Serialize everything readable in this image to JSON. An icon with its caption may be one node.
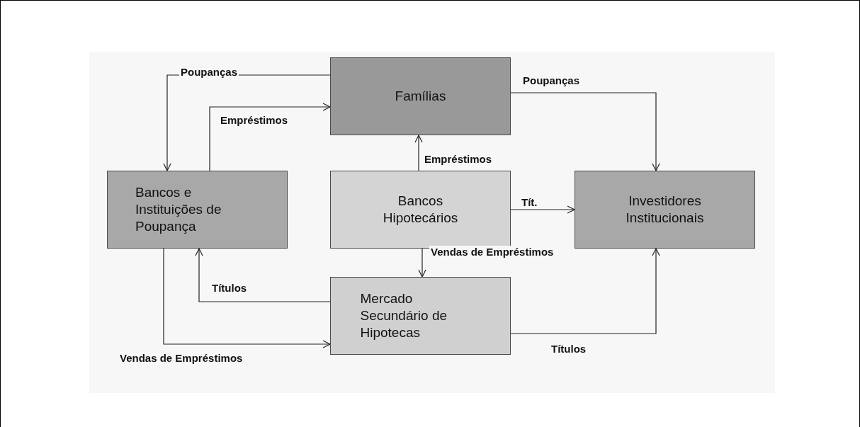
{
  "diagram": {
    "nodes": [
      {
        "text": [
          "Famílias"
        ]
      },
      {
        "text": [
          "Bancos e Instituições de Poupança"
        ]
      },
      {
        "text": [
          "Bancos Hipotecários"
        ]
      },
      {
        "text": [
          "Investidores Institucionais"
        ]
      },
      {
        "text": [
          "Mercado Secundário de Hipotecas"
        ]
      }
    ],
    "edges": [
      {
        "from": 0,
        "to": 1,
        "arrow": "to",
        "label": "Poupanças"
      },
      {
        "from": 1,
        "to": 0,
        "arrow": "to",
        "label": "Empréstimos"
      },
      {
        "from": 0,
        "to": 3,
        "arrow": "to",
        "label": "Poupanças"
      },
      {
        "from": 2,
        "to": 0,
        "arrow": "to",
        "label": "Empréstimos"
      },
      {
        "from": 2,
        "to": 3,
        "arrow": "to",
        "label": "Tít."
      },
      {
        "from": 2,
        "to": 4,
        "arrow": "to",
        "label": "Vendas de Empréstimos"
      },
      {
        "from": 4,
        "to": 1,
        "arrow": "to",
        "label": "Títulos"
      },
      {
        "from": 1,
        "to": 4,
        "arrow": "to",
        "label": "Vendas de Empréstimos"
      },
      {
        "from": 4,
        "to": 3,
        "arrow": "to",
        "label": "Títulos"
      }
    ]
  }
}
